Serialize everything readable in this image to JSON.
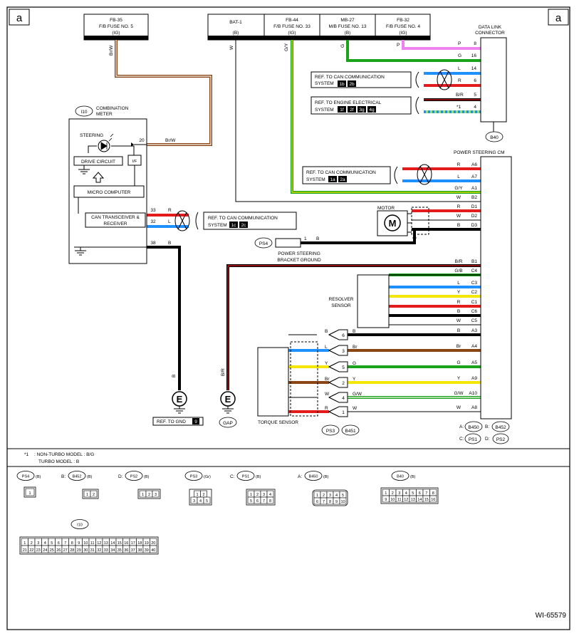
{
  "page": {
    "corner_left": "a",
    "corner_right": "a",
    "figure_id": "WI-65579"
  },
  "colors": {
    "black": "#000000",
    "red": "#e31b1b",
    "blue": "#1e90ff",
    "green": "#1aa21a",
    "yellow": "#f5e600",
    "brown": "#8b4513",
    "orange": "#e3891b",
    "pink": "#ee82ee",
    "lightgreen": "#8fdc8f",
    "white": "#ffffff"
  },
  "fuses": [
    {
      "line1": "FB-35",
      "line2": "F/B FUSE NO. 5",
      "line3": "(IG)"
    },
    {
      "line1": "BAT-1",
      "line2": "",
      "line3": "(B)"
    },
    {
      "line1": "FB-44",
      "line2": "F/B FUSE NO. 33",
      "line3": "(IG)"
    },
    {
      "line1": "MB-27",
      "line2": "M/B FUSE NO. 13",
      "line3": "(B)"
    },
    {
      "line1": "FB-32",
      "line2": "F/B FUSE NO. 4",
      "line3": "(IG)"
    }
  ],
  "wire_labels": {
    "fuse35": "Br/W",
    "bat": "W",
    "fuse33": "G/Y",
    "fuse13": "G",
    "fuse4": "P"
  },
  "combination_meter": {
    "id": "I10",
    "title1": "COMBINATION",
    "title2": "METER",
    "steering": "STEERING",
    "drive": "DRIVE CIRCUIT",
    "if_label": "I/F",
    "micro": "MICRO COMPUTER",
    "can1": "CAN TRANSCEIVER &",
    "can2": "RECEIVER",
    "pins": [
      {
        "pin": "20",
        "color": "Br/W"
      },
      {
        "pin": "33",
        "color": "R"
      },
      {
        "pin": "32",
        "color": "L"
      },
      {
        "pin": "38",
        "color": "B"
      }
    ]
  },
  "data_link": {
    "title1": "DATA LINK",
    "title2": "CONNECTOR",
    "id": "B40",
    "pins": [
      {
        "color": "P",
        "pin": "8"
      },
      {
        "color": "G",
        "pin": "16"
      },
      {
        "color": "L",
        "pin": "14"
      },
      {
        "color": "R",
        "pin": "6"
      },
      {
        "color": "B/R",
        "pin": "5"
      },
      {
        "color": "*1",
        "pin": "4"
      }
    ]
  },
  "refs": {
    "can_dl": {
      "line1": "REF. TO CAN COMMUNICATION",
      "line2": "SYSTEM",
      "tags": [
        "1b",
        "2b"
      ]
    },
    "engine": {
      "line1": "REF. TO ENGINE ELECTRICAL",
      "line2": "SYSTEM",
      "tags": [
        "1f",
        "2f",
        "3g",
        "4g"
      ]
    },
    "can_ps": {
      "line1": "REF. TO CAN COMMUNICATION",
      "line2": "SYSTEM",
      "tags": [
        "1a",
        "2a"
      ]
    },
    "can_meter": {
      "line1": "REF. TO CAN COMMUNICATION",
      "line2": "SYSTEM",
      "tags": [
        "1c",
        "2c"
      ]
    },
    "gnd": {
      "text": "REF. TO GND",
      "tag": "9"
    }
  },
  "ps_cm": {
    "title": "POWER STEERING CM",
    "pins": [
      {
        "color": "R",
        "pin": "A6"
      },
      {
        "color": "L",
        "pin": "A7"
      },
      {
        "color": "G/Y",
        "pin": "A1"
      },
      {
        "color": "W",
        "pin": "B2"
      },
      {
        "color": "R",
        "pin": "D1"
      },
      {
        "color": "W",
        "pin": "D2"
      },
      {
        "color": "B",
        "pin": "D3"
      },
      {
        "color": "B/R",
        "pin": "B1"
      },
      {
        "color": "G/B",
        "pin": "C4"
      },
      {
        "color": "L",
        "pin": "C3"
      },
      {
        "color": "Y",
        "pin": "C2"
      },
      {
        "color": "R",
        "pin": "C1"
      },
      {
        "color": "B",
        "pin": "C6"
      },
      {
        "color": "W",
        "pin": "C5"
      },
      {
        "color": "B",
        "pin": "A3"
      },
      {
        "color": "Br",
        "pin": "A4"
      },
      {
        "color": "G",
        "pin": "A5"
      },
      {
        "color": "Y",
        "pin": "A9"
      },
      {
        "color": "G/W",
        "pin": "A10"
      },
      {
        "color": "W",
        "pin": "A8"
      }
    ],
    "conn_legend": [
      {
        "prefix": "A:",
        "id": "B450"
      },
      {
        "prefix": "B:",
        "id": "B452"
      },
      {
        "prefix": "C:",
        "id": "PS1"
      },
      {
        "prefix": "D:",
        "id": "PS2"
      }
    ]
  },
  "motor": {
    "label": "MOTOR",
    "symbol": "M"
  },
  "ps_bracket": {
    "id": "PS4",
    "pin": "1",
    "color": "B",
    "line1": "POWER STEERING",
    "line2": "BRACKET GROUND"
  },
  "resolver": {
    "line1": "RESOLVER",
    "line2": "SENSOR"
  },
  "torque": {
    "label": "TORQUE SENSOR",
    "pins": [
      {
        "in": "B",
        "pin": "6",
        "out": "B"
      },
      {
        "in": "L",
        "pin": "3",
        "out": "Br"
      },
      {
        "in": "Y",
        "pin": "5",
        "out": "G"
      },
      {
        "in": "Br",
        "pin": "2",
        "out": "Y"
      },
      {
        "in": "W",
        "pin": "4",
        "out": "G/W"
      },
      {
        "in": "R",
        "pin": "1",
        "out": "W"
      }
    ],
    "conn": [
      "PS3",
      "B451"
    ]
  },
  "grounds": {
    "left": {
      "wire": "B",
      "symbol": "E"
    },
    "right": {
      "wire": "B/R",
      "symbol": "E",
      "label": "GAP"
    }
  },
  "notes": {
    "mark": "*1",
    "line1": ": NON-TURBO MODEL : B/G",
    "line2": "TURBO MODEL : B"
  },
  "connectors": [
    {
      "prefix": "",
      "id": "PS4",
      "color": "(B)",
      "cells": [
        "1"
      ]
    },
    {
      "prefix": "B:",
      "id": "B452",
      "color": "(B)",
      "cells": [
        "1",
        "2"
      ]
    },
    {
      "prefix": "D:",
      "id": "PS2",
      "color": "(B)",
      "cells": [
        "1",
        "2",
        "3"
      ]
    },
    {
      "prefix": "",
      "id": "PS3",
      "color": "(Gr)",
      "cells": [
        "1",
        "2",
        "3",
        "4",
        "5"
      ]
    },
    {
      "prefix": "C:",
      "id": "PS1",
      "color": "(B)",
      "cells": [
        "1",
        "2",
        "3",
        "4",
        "5",
        "6",
        "7",
        "8"
      ]
    },
    {
      "prefix": "A:",
      "id": "B450",
      "color": "(B)",
      "cells": [
        "1",
        "2",
        "3",
        "4",
        "5",
        "6",
        "7",
        "8",
        "9",
        "10"
      ]
    },
    {
      "prefix": "",
      "id": "B40",
      "color": "(B)",
      "cells": [
        "1",
        "2",
        "3",
        "4",
        "5",
        "6",
        "7",
        "8",
        "9",
        "10",
        "11",
        "12",
        "13",
        "14",
        "15",
        "16"
      ]
    },
    {
      "prefix": "",
      "id": "I10",
      "color": "",
      "cells": [
        "1",
        "2",
        "3",
        "4",
        "5",
        "6",
        "7",
        "8",
        "9",
        "10",
        "11",
        "12",
        "13",
        "14",
        "15",
        "16",
        "17",
        "18",
        "19",
        "20",
        "21",
        "22",
        "23",
        "24",
        "25",
        "26",
        "27",
        "28",
        "29",
        "30",
        "31",
        "32",
        "33",
        "34",
        "35",
        "36",
        "37",
        "38",
        "39",
        "40"
      ]
    }
  ]
}
